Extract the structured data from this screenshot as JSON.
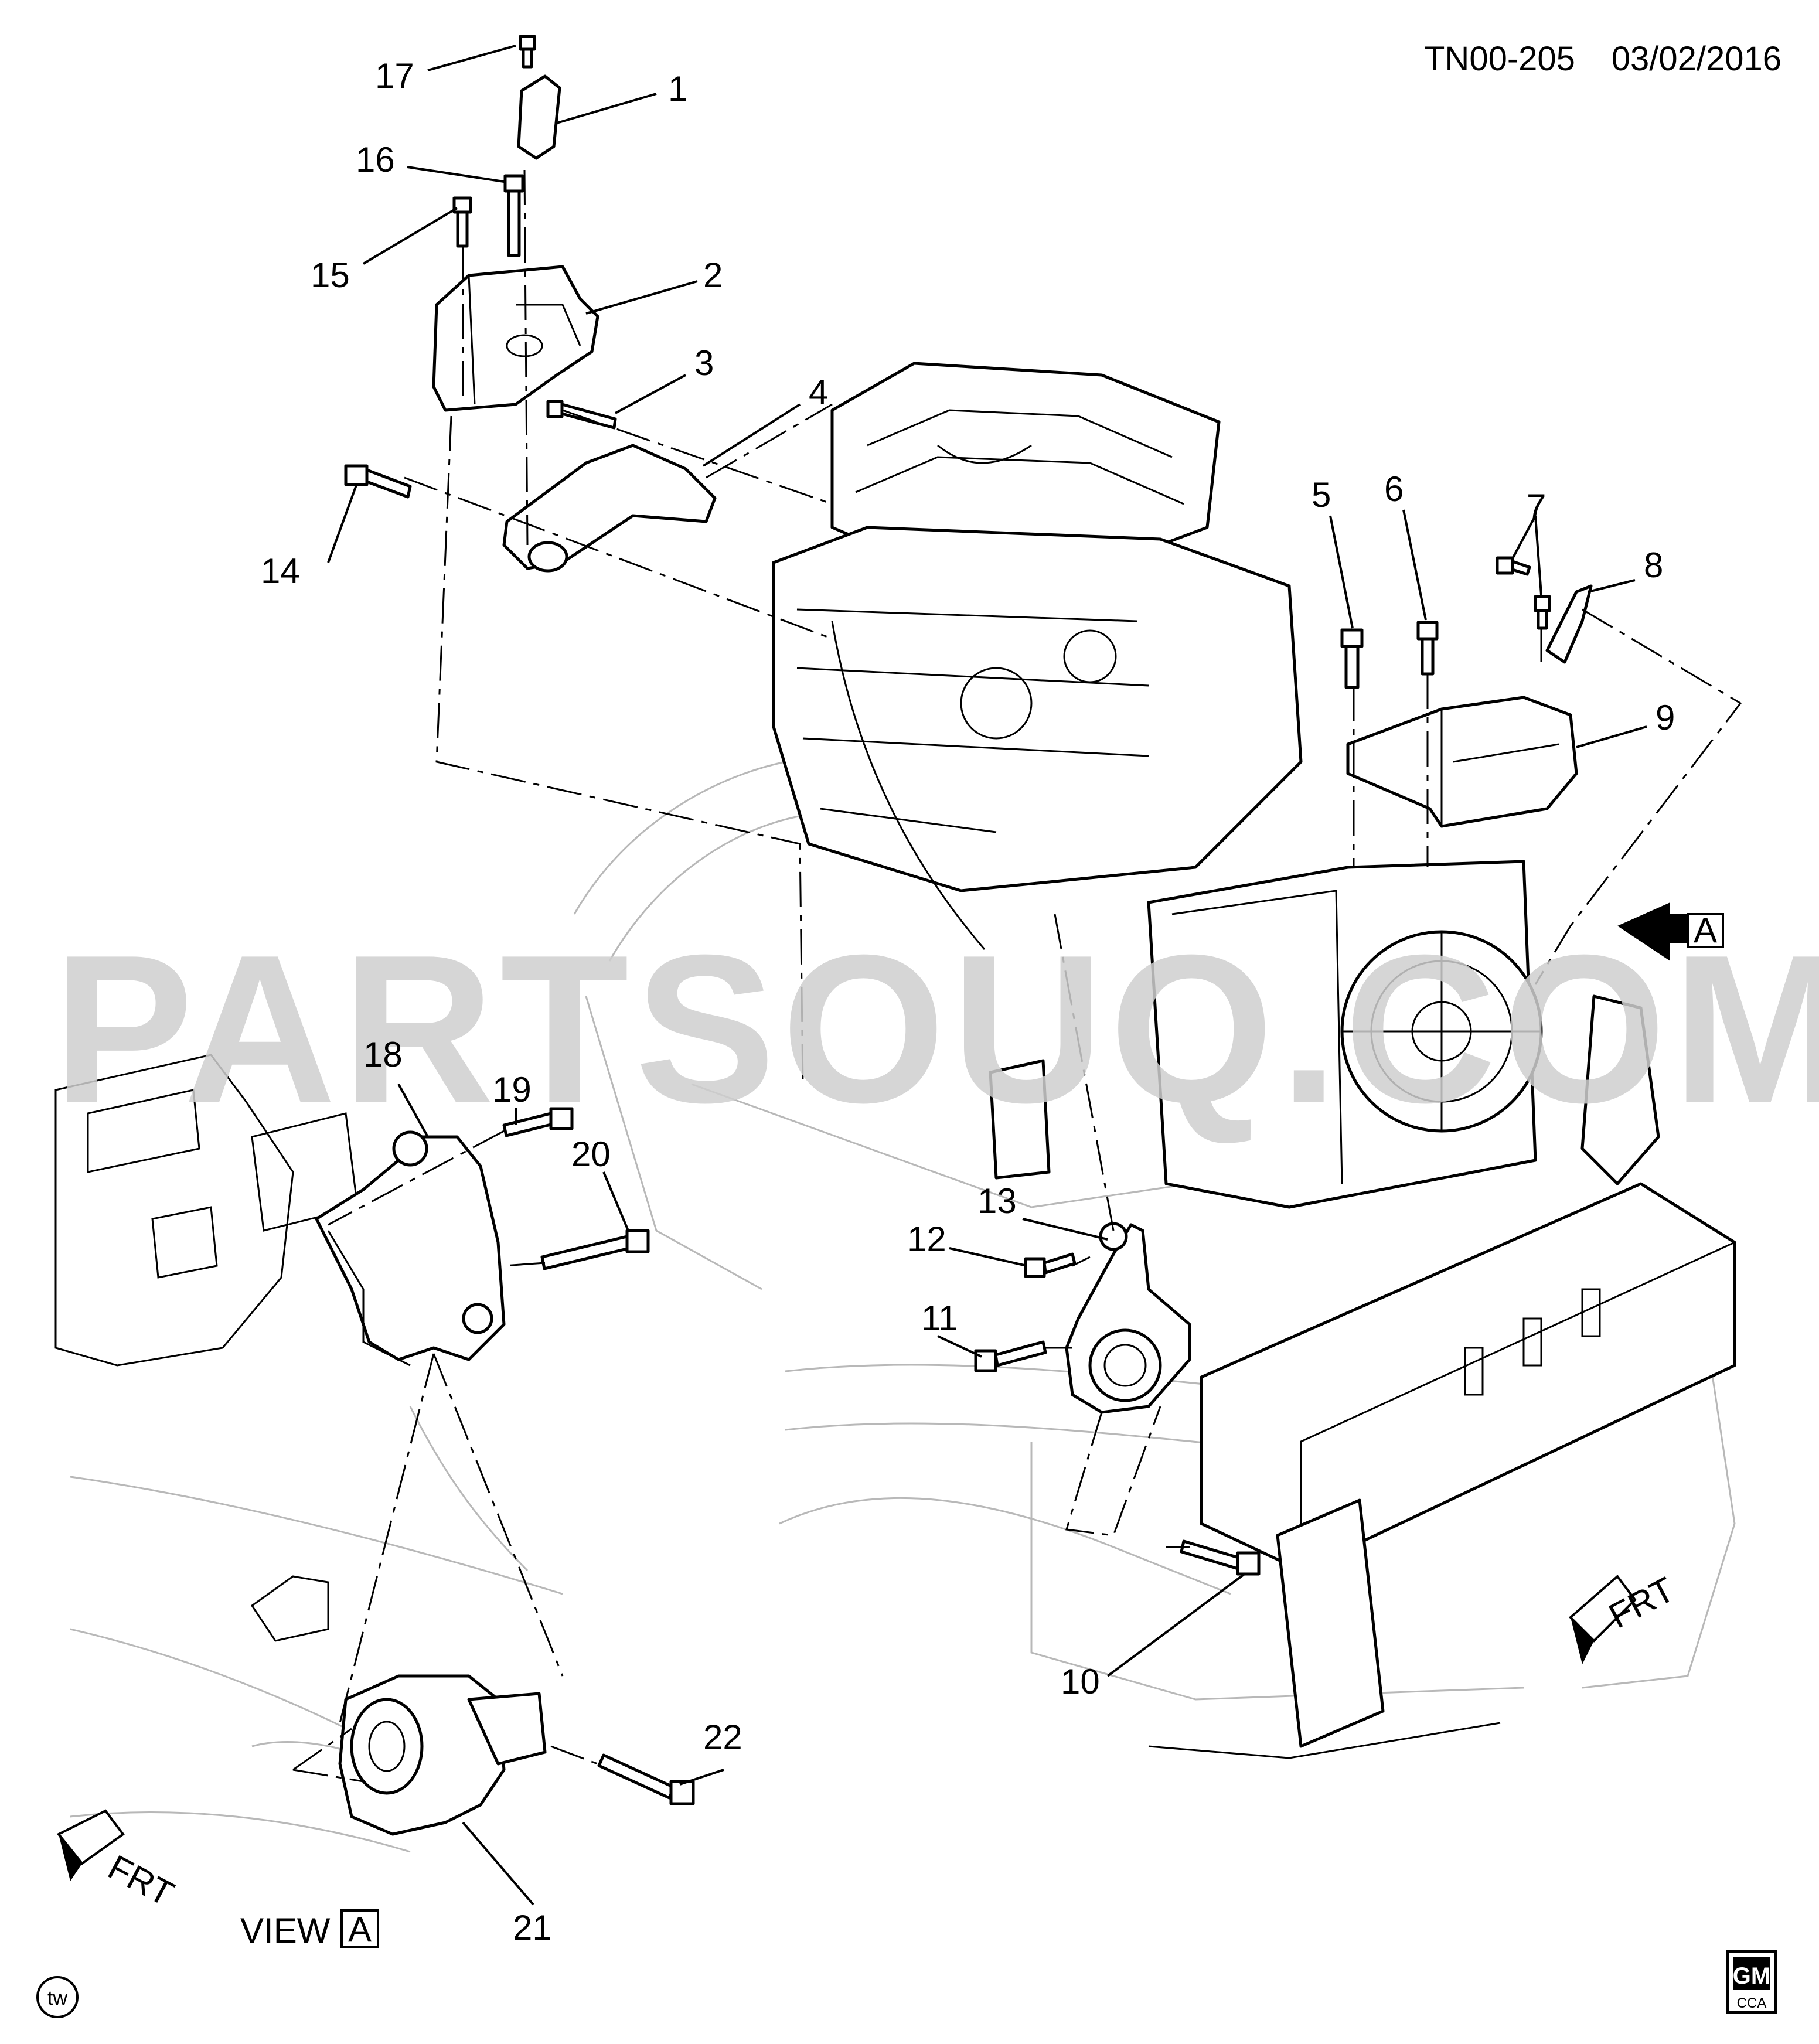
{
  "header": {
    "code": "TN00-205",
    "date": "03/02/2016"
  },
  "watermark": "PARTSOUQ.COM",
  "view": {
    "label": "VIEW",
    "tag": "A"
  },
  "view_marker": {
    "tag": "A"
  },
  "direction_markers": [
    {
      "text": "FRT"
    },
    {
      "text": "FRT"
    }
  ],
  "logos": {
    "corner_left": "tw",
    "brand_top": "GM",
    "brand_bottom": "CCA"
  },
  "callouts": [
    {
      "number": "1"
    },
    {
      "number": "2"
    },
    {
      "number": "3"
    },
    {
      "number": "4"
    },
    {
      "number": "5"
    },
    {
      "number": "6"
    },
    {
      "number": "7"
    },
    {
      "number": "8"
    },
    {
      "number": "9"
    },
    {
      "number": "10"
    },
    {
      "number": "11"
    },
    {
      "number": "12"
    },
    {
      "number": "13"
    },
    {
      "number": "14"
    },
    {
      "number": "15"
    },
    {
      "number": "16"
    },
    {
      "number": "17"
    },
    {
      "number": "18"
    },
    {
      "number": "19"
    },
    {
      "number": "20"
    },
    {
      "number": "21"
    },
    {
      "number": "22"
    }
  ]
}
